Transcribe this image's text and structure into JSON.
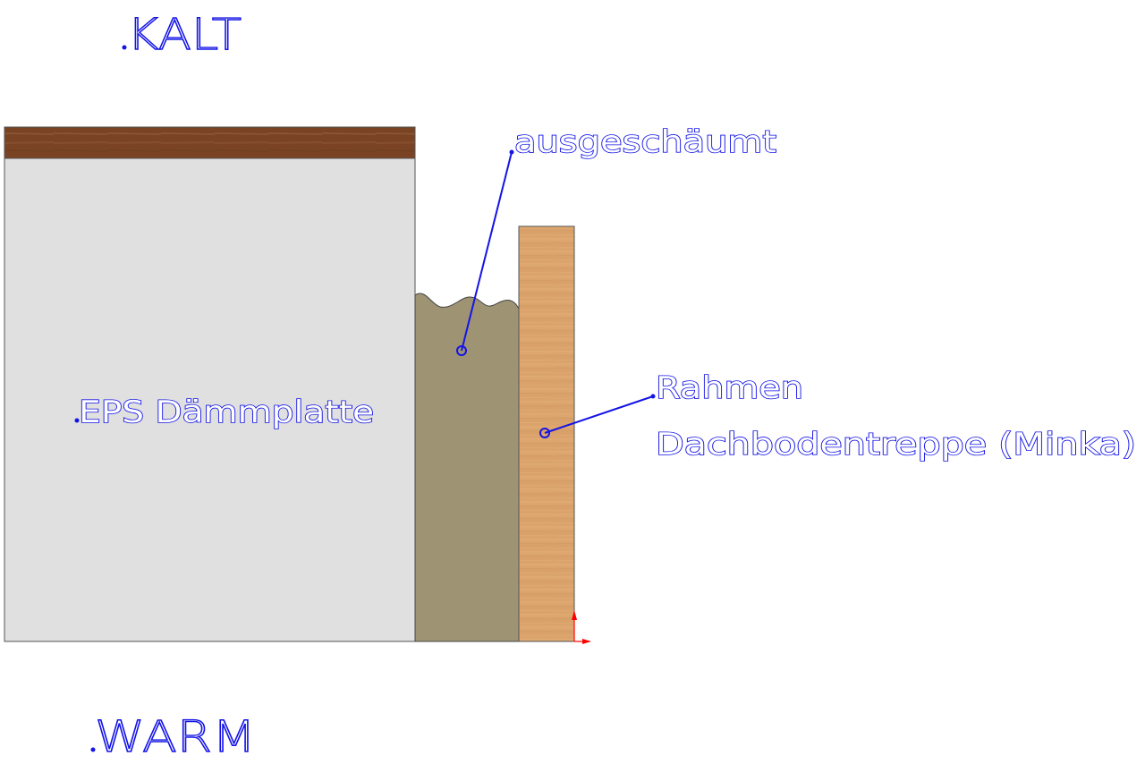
{
  "labels": {
    "cold_side": "KALT",
    "warm_side": "WARM",
    "foam": "ausgeschäumt",
    "eps": "EPS Dämmplatte",
    "frame_line1": "Rahmen",
    "frame_line2": "Dachbodentreppe (Minka)"
  },
  "colors": {
    "annotation": "#1414e6",
    "top_board": "#7a4424",
    "eps": "#e0e0e0",
    "foam": "#9e9474",
    "wood_frame": "#dca46c",
    "origin_axes": "#ff0000"
  }
}
